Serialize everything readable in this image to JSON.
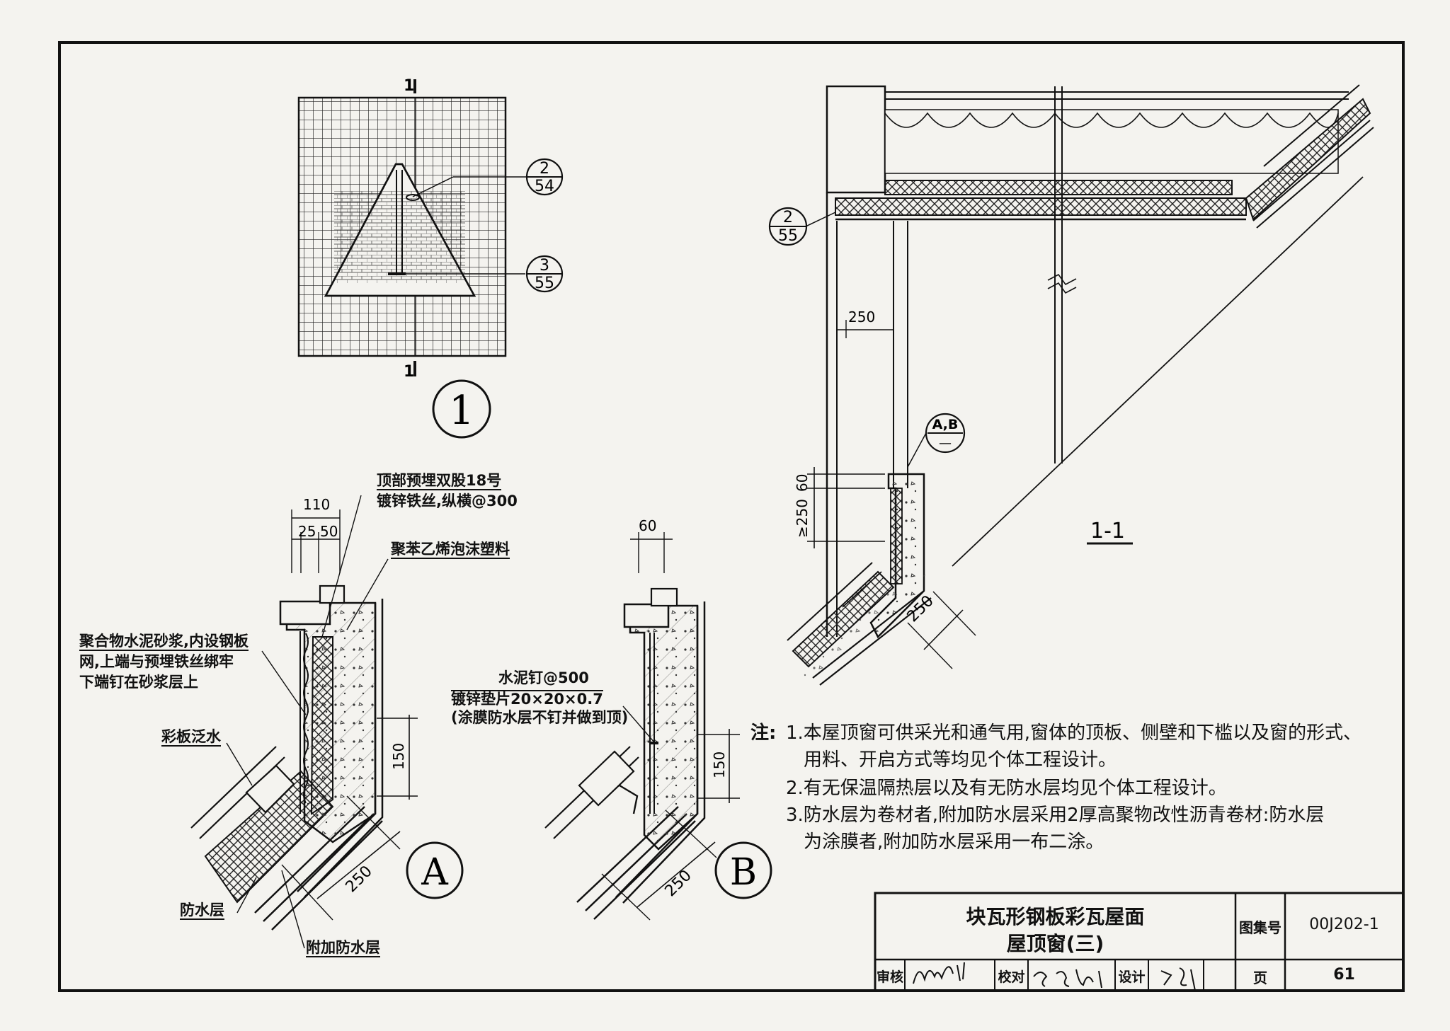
{
  "plan": {
    "section_mark": "1",
    "callout_upper": {
      "num": "2",
      "den": "54"
    },
    "callout_lower": {
      "num": "3",
      "den": "55"
    },
    "detail_number": "1"
  },
  "detail_a": {
    "id": "A",
    "dims": {
      "d110": "110",
      "d25": "25",
      "d50": "50",
      "d150": "150",
      "d250": "250"
    },
    "labels": {
      "wire_1": "顶部预埋双股18号",
      "wire_2": "镀锌铁丝,纵横@300",
      "foam": "聚苯乙烯泡沫塑料",
      "mortar_1": "聚合物水泥砂浆,内设钢板",
      "mortar_2": "网,上端与预埋铁丝绑牢",
      "mortar_3": "下端钉在砂浆层上",
      "flashing": "彩板泛水",
      "waterproof": "防水层",
      "extra_waterproof": "附加防水层"
    }
  },
  "detail_b": {
    "id": "B",
    "dims": {
      "d60": "60",
      "d150": "150",
      "d250": "250"
    },
    "labels": {
      "nail": "水泥钉@500",
      "washer": "镀锌垫片20×20×0.7",
      "coating": "(涂膜防水层不钉并做到顶)"
    }
  },
  "section": {
    "title": "1-1",
    "callout": {
      "num": "2",
      "den": "55"
    },
    "ab_callout": {
      "num": "A,B",
      "den": "—"
    },
    "dims": {
      "d250_top": "250",
      "d60": "60",
      "d250_side": "≥250",
      "d250_slope": "250"
    }
  },
  "notes": {
    "prefix": "注:",
    "items": [
      {
        "line1": "1.本屋顶窗可供采光和通气用,窗体的顶板、侧壁和下槛以及窗的形式、",
        "line2": "用料、开启方式等均见个体工程设计。"
      },
      {
        "line1": "2.有无保温隔热层以及有无防水层均见个体工程设计。",
        "line2": ""
      },
      {
        "line1": "3.防水层为卷材者,附加防水层采用2厚高聚物改性沥青卷材:防水层",
        "line2": "为涂膜者,附加防水层采用一布二涂。"
      }
    ]
  },
  "title_block": {
    "title_1": "块瓦形钢板彩瓦屋面",
    "title_2": "屋顶窗(三)",
    "atlas_label": "图集号",
    "atlas_no": "00J202-1",
    "review_label": "审核",
    "check_label": "校对",
    "design_label": "设计",
    "page_label": "页",
    "page_no": "61"
  }
}
